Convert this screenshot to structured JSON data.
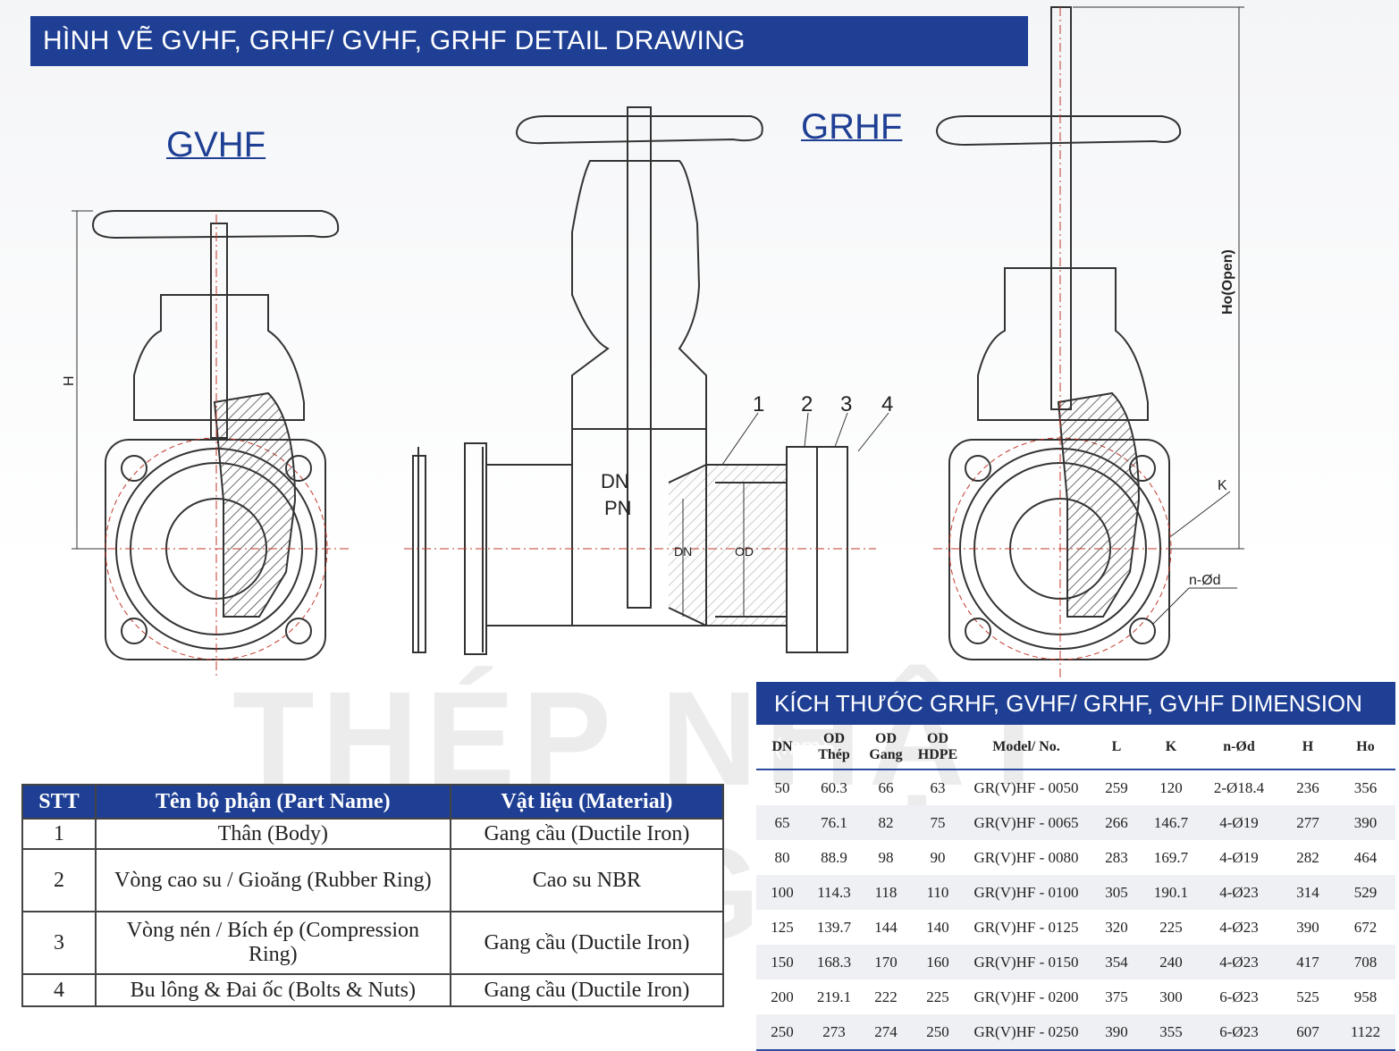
{
  "header": {
    "title": "HÌNH VẼ GVHF, GRHF/ GVHF, GRHF DETAIL DRAWING"
  },
  "labels": {
    "gvhf": "GVHF",
    "grhf": "GRHF"
  },
  "callouts": {
    "n1": "1",
    "n2": "2",
    "n3": "3",
    "n4": "4",
    "dn": "DN",
    "pn": "PN",
    "dn_dim": "DN",
    "od_dim": "OD",
    "h": "H",
    "ho": "Ho(Open)",
    "k": "K",
    "nod": "n-Ød"
  },
  "parts_table": {
    "headers": [
      "STT",
      "Tên bộ phận (Part Name)",
      "Vật liệu (Material)"
    ],
    "rows": [
      {
        "stt": "1",
        "name": "Thân (Body)",
        "material": "Gang cầu (Ductile Iron)"
      },
      {
        "stt": "2",
        "name": "Vòng cao su / Gioăng (Rubber Ring)",
        "material": "Cao su NBR"
      },
      {
        "stt": "3",
        "name": "Vòng nén / Bích ép (Compression Ring)",
        "material": "Gang cầu (Ductile Iron)"
      },
      {
        "stt": "4",
        "name": "Bu lông & Đai ốc (Bolts & Nuts)",
        "material": "Gang cầu (Ductile Iron)"
      }
    ]
  },
  "dimension_table": {
    "title": "KÍCH THƯỚC GRHF, GVHF/ GRHF, GVHF DIMENSION (mm)",
    "headers": [
      "DN",
      "OD Thép",
      "OD Gang",
      "OD HDPE",
      "Model/ No.",
      "L",
      "K",
      "n-Ød",
      "H",
      "Ho"
    ],
    "rows": [
      [
        "50",
        "60.3",
        "66",
        "63",
        "GR(V)HF - 0050",
        "259",
        "120",
        "2-Ø18.4",
        "236",
        "356"
      ],
      [
        "65",
        "76.1",
        "82",
        "75",
        "GR(V)HF - 0065",
        "266",
        "146.7",
        "4-Ø19",
        "277",
        "390"
      ],
      [
        "80",
        "88.9",
        "98",
        "90",
        "GR(V)HF - 0080",
        "283",
        "169.7",
        "4-Ø19",
        "282",
        "464"
      ],
      [
        "100",
        "114.3",
        "118",
        "110",
        "GR(V)HF - 0100",
        "305",
        "190.1",
        "4-Ø23",
        "314",
        "529"
      ],
      [
        "125",
        "139.7",
        "144",
        "140",
        "GR(V)HF - 0125",
        "320",
        "225",
        "4-Ø23",
        "390",
        "672"
      ],
      [
        "150",
        "168.3",
        "170",
        "160",
        "GR(V)HF - 0150",
        "354",
        "240",
        "4-Ø23",
        "417",
        "708"
      ],
      [
        "200",
        "219.1",
        "222",
        "225",
        "GR(V)HF - 0200",
        "375",
        "300",
        "6-Ø23",
        "525",
        "958"
      ],
      [
        "250",
        "273",
        "274",
        "250",
        "GR(V)HF - 0250",
        "390",
        "355",
        "6-Ø23",
        "607",
        "1122"
      ]
    ]
  },
  "watermark": "THÉP NHẬT QUANG",
  "colors": {
    "brand_blue": "#1e3f94",
    "line": "#333333",
    "centerline": "#c0392b"
  }
}
